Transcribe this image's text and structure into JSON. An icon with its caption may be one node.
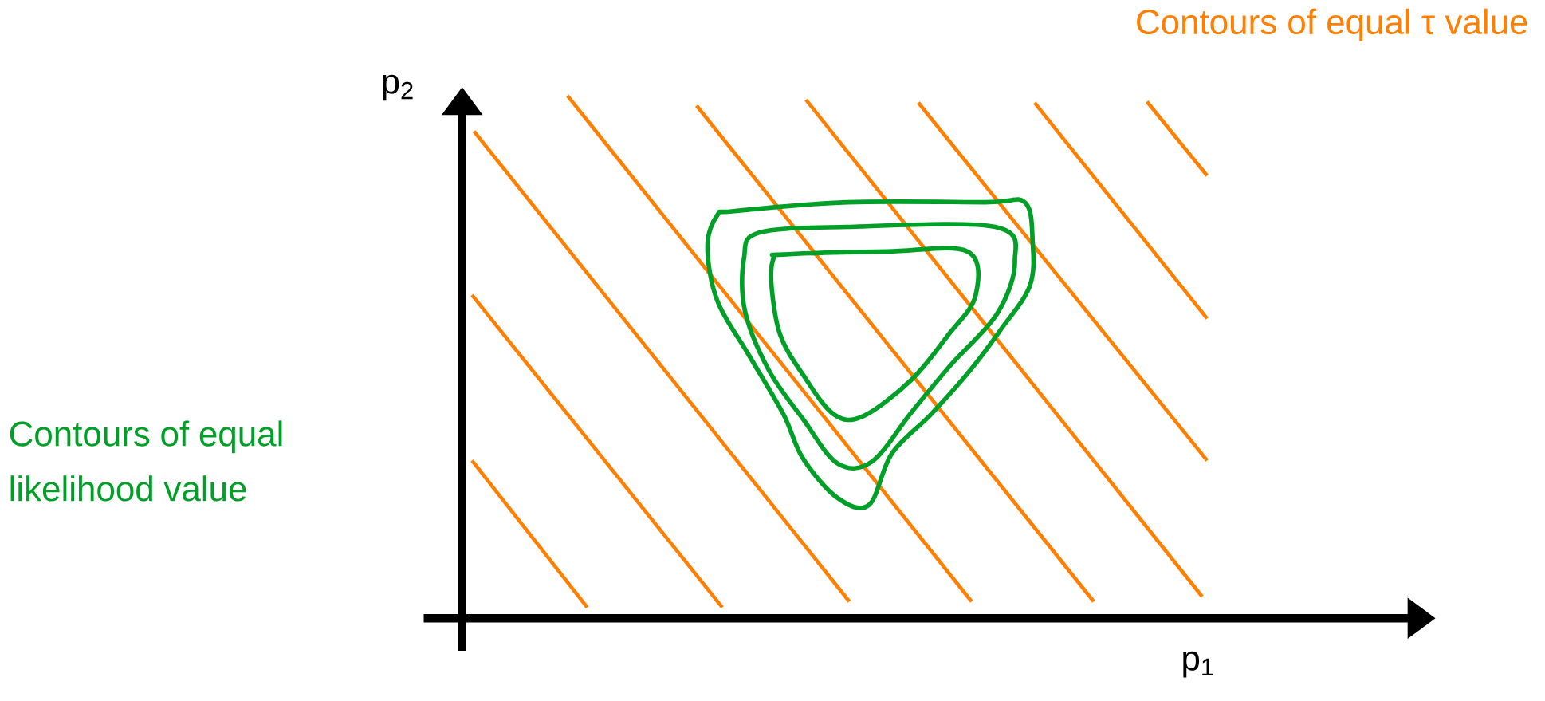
{
  "diagram": {
    "labels": [
      "Contours of equal τ value",
      "p$_{2}$",
      "p$_{1}$",
      "Contours of equal likelihood value"
    ]
  }
}
